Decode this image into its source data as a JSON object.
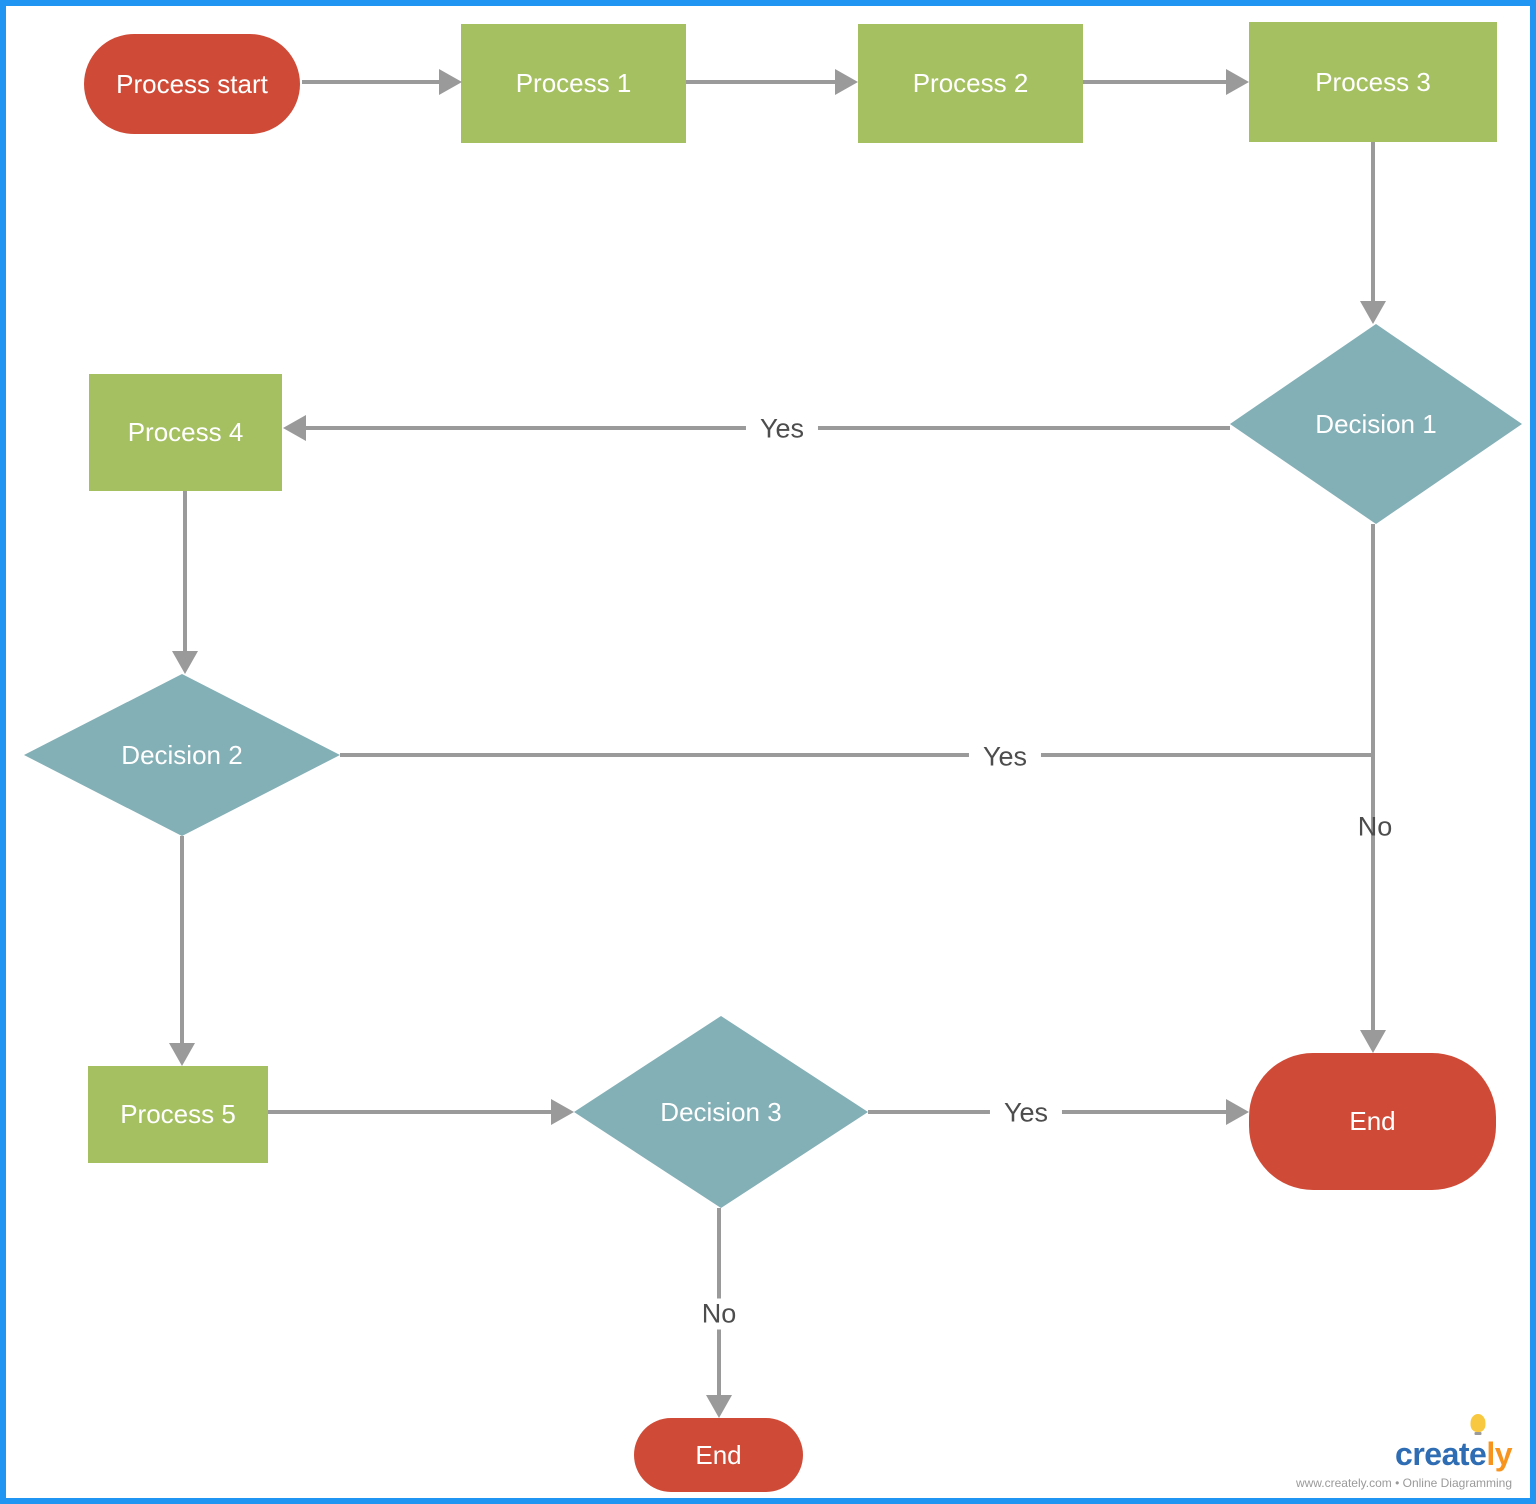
{
  "diagram": {
    "nodes": {
      "process_start": {
        "label": "Process start",
        "type": "terminator"
      },
      "process_1": {
        "label": "Process 1",
        "type": "process"
      },
      "process_2": {
        "label": "Process 2",
        "type": "process"
      },
      "process_3": {
        "label": "Process 3",
        "type": "process"
      },
      "decision_1": {
        "label": "Decision 1",
        "type": "decision"
      },
      "process_4": {
        "label": "Process 4",
        "type": "process"
      },
      "decision_2": {
        "label": "Decision 2",
        "type": "decision"
      },
      "process_5": {
        "label": "Process 5",
        "type": "process"
      },
      "decision_3": {
        "label": "Decision 3",
        "type": "decision"
      },
      "end_right": {
        "label": "End",
        "type": "terminator"
      },
      "end_bottom": {
        "label": "End",
        "type": "terminator"
      }
    },
    "edge_labels": {
      "decision1_yes": "Yes",
      "decision1_no": "No",
      "decision2_yes": "Yes",
      "decision3_yes": "Yes",
      "decision3_no": "No"
    },
    "edges": [
      {
        "from": "process_start",
        "to": "process_1",
        "label": ""
      },
      {
        "from": "process_1",
        "to": "process_2",
        "label": ""
      },
      {
        "from": "process_2",
        "to": "process_3",
        "label": ""
      },
      {
        "from": "process_3",
        "to": "decision_1",
        "label": ""
      },
      {
        "from": "decision_1",
        "to": "process_4",
        "label": "Yes"
      },
      {
        "from": "decision_1",
        "to": "end_right",
        "label": "No"
      },
      {
        "from": "process_4",
        "to": "decision_2",
        "label": ""
      },
      {
        "from": "decision_2",
        "to": "decision_1_no_line",
        "label": "Yes"
      },
      {
        "from": "decision_2",
        "to": "process_5",
        "label": ""
      },
      {
        "from": "process_5",
        "to": "decision_3",
        "label": ""
      },
      {
        "from": "decision_3",
        "to": "end_right",
        "label": "Yes"
      },
      {
        "from": "decision_3",
        "to": "end_bottom",
        "label": "No"
      }
    ]
  },
  "colors": {
    "process_fill": "#a5c060",
    "decision_fill": "#83afb6",
    "terminator_fill": "#d04b37",
    "connector": "#9a9a9a",
    "edge_label_text": "#4d4d4d",
    "frame_border": "#2095f2",
    "brand_blue": "#2e6cb3",
    "brand_orange": "#f7941e",
    "bulb_yellow": "#f8c840",
    "tagline_gray": "#9a9a9a"
  },
  "watermark": {
    "brand_part1": "creat",
    "brand_part2": "e",
    "brand_part3": "ly",
    "tagline": "www.creately.com • Online Diagramming"
  }
}
